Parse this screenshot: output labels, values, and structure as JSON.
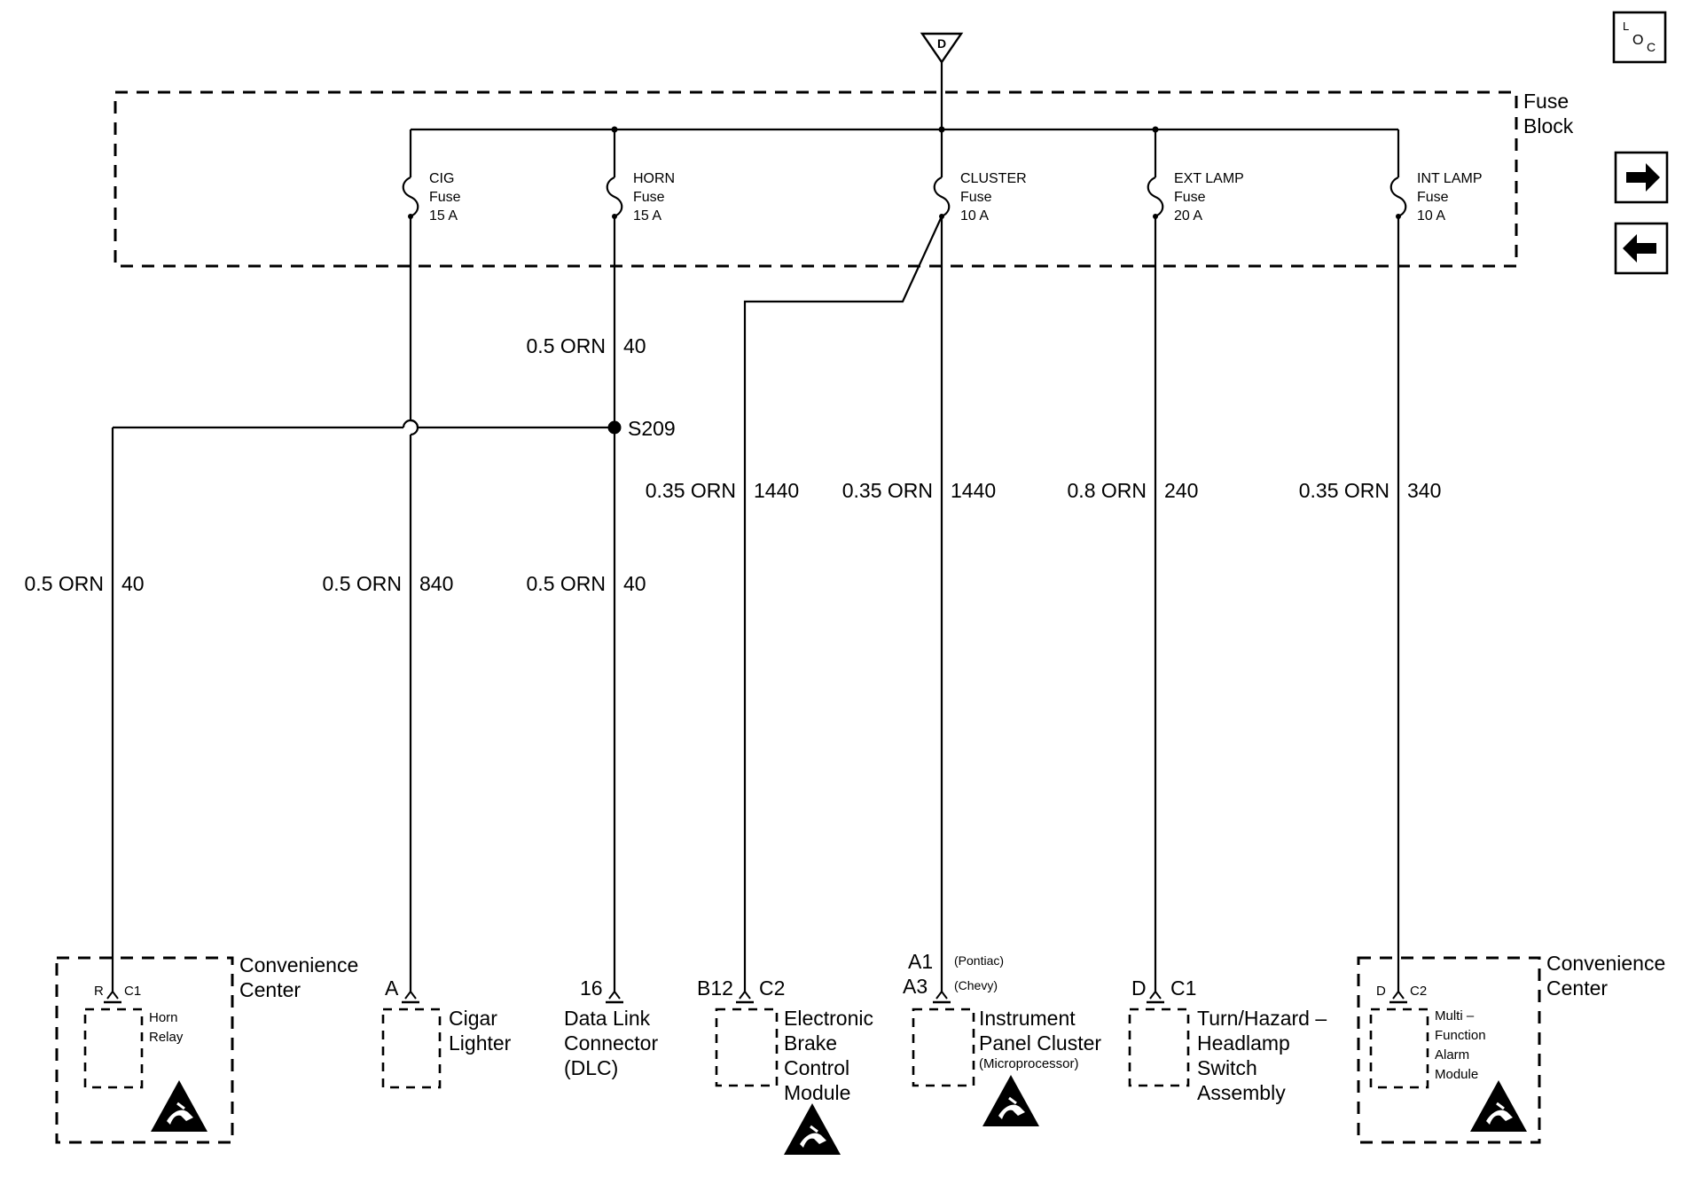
{
  "ground_symbol": {
    "label": "D"
  },
  "loc_icon": {
    "l": "L",
    "o": "O",
    "c": "C",
    "name": "loc-icon"
  },
  "nav": {
    "next": "next-page-arrow-icon",
    "prev": "previous-page-arrow-icon"
  },
  "fuse_block": {
    "label_line1": "Fuse",
    "label_line2": "Block"
  },
  "fuses": [
    {
      "name": "CIG",
      "word": "Fuse",
      "rating": "15 A"
    },
    {
      "name": "HORN",
      "word": "Fuse",
      "rating": "15 A"
    },
    {
      "name": "CLUSTER",
      "word": "Fuse",
      "rating": "10 A"
    },
    {
      "name": "EXT LAMP",
      "word": "Fuse",
      "rating": "20 A"
    },
    {
      "name": "INT LAMP",
      "word": "Fuse",
      "rating": "10 A"
    }
  ],
  "splice": {
    "label": "S209"
  },
  "wires": {
    "horn_upper": {
      "gauge": "0.5 ORN",
      "circuit": "40"
    },
    "horn_relay": {
      "gauge": "0.5 ORN",
      "circuit": "40"
    },
    "cig": {
      "gauge": "0.5 ORN",
      "circuit": "840"
    },
    "dlc": {
      "gauge": "0.5 ORN",
      "circuit": "40"
    },
    "ebcm": {
      "gauge": "0.35 ORN",
      "circuit": "1440"
    },
    "ipc": {
      "gauge": "0.35 ORN",
      "circuit": "1440"
    },
    "headlamp": {
      "gauge": "0.8 ORN",
      "circuit": "240"
    },
    "alarm": {
      "gauge": "0.35 ORN",
      "circuit": "340"
    }
  },
  "components": {
    "horn_relay": {
      "pin": "R",
      "connector": "C1",
      "line1": "Horn",
      "line2": "Relay",
      "outer1": "Convenience",
      "outer2": "Center"
    },
    "cigar_lighter": {
      "pin": "A",
      "line1": "Cigar",
      "line2": "Lighter"
    },
    "dlc": {
      "pin": "16",
      "line1": "Data Link",
      "line2": "Connector",
      "line3": "(DLC)"
    },
    "ebcm": {
      "pin": "B12",
      "connector": "C2",
      "line1": "Electronic",
      "line2": "Brake",
      "line3": "Control",
      "line4": "Module"
    },
    "ipc": {
      "pin1": "A1",
      "pin1_note": "(Pontiac)",
      "pin2": "A3",
      "pin2_note": "(Chevy)",
      "line1": "Instrument",
      "line2": "Panel Cluster",
      "line3": "(Microprocessor)"
    },
    "headlamp_switch": {
      "pin": "D",
      "connector": "C1",
      "line1": "Turn/Hazard –",
      "line2": "Headlamp",
      "line3": "Switch",
      "line4": "Assembly"
    },
    "alarm_module": {
      "pin": "D",
      "connector": "C2",
      "line1": "Multi –",
      "line2": "Function",
      "line3": "Alarm",
      "line4": "Module",
      "outer1": "Convenience",
      "outer2": "Center"
    }
  },
  "esd_icon": "esd-sensitive-warning-icon"
}
